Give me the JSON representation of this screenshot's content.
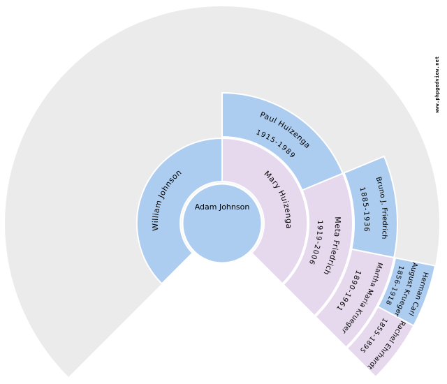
{
  "watermark": "www.phpgedview.net",
  "colors": {
    "male_fill": "#adcdf0",
    "female_fill": "#e6d9ee",
    "unknown_fill": "#ebebeb",
    "background": "#ffffff",
    "text": "#000000"
  },
  "chart": {
    "type": "fan-pedigree-chart",
    "fan_degrees": 270,
    "generations_shown": 5
  },
  "persons": {
    "root": {
      "name": "Adam Johnson"
    },
    "father": {
      "name": "William Johnson"
    },
    "mother": {
      "name": "Mary Huizenga"
    },
    "maternal_grandfather": {
      "name": "Paul Huizenga",
      "dates": "1915-1989"
    },
    "maternal_grandmother": {
      "name": "Meta Friedrich",
      "dates": "1919-2006"
    },
    "great_grandfather": {
      "name": "Bruno J. Friedrich",
      "dates": "1885-1936"
    },
    "great_grandmother": {
      "name": "Martha Maria Krueger",
      "dates": "1890-1961"
    },
    "gg_grandfather": {
      "name_line1": "Herman Carl",
      "name_line2": "August Krueger",
      "dates": "1856-1918"
    },
    "gg_grandmother": {
      "name": "Rachel Ehrhardt",
      "dates": "1855-1895"
    }
  }
}
